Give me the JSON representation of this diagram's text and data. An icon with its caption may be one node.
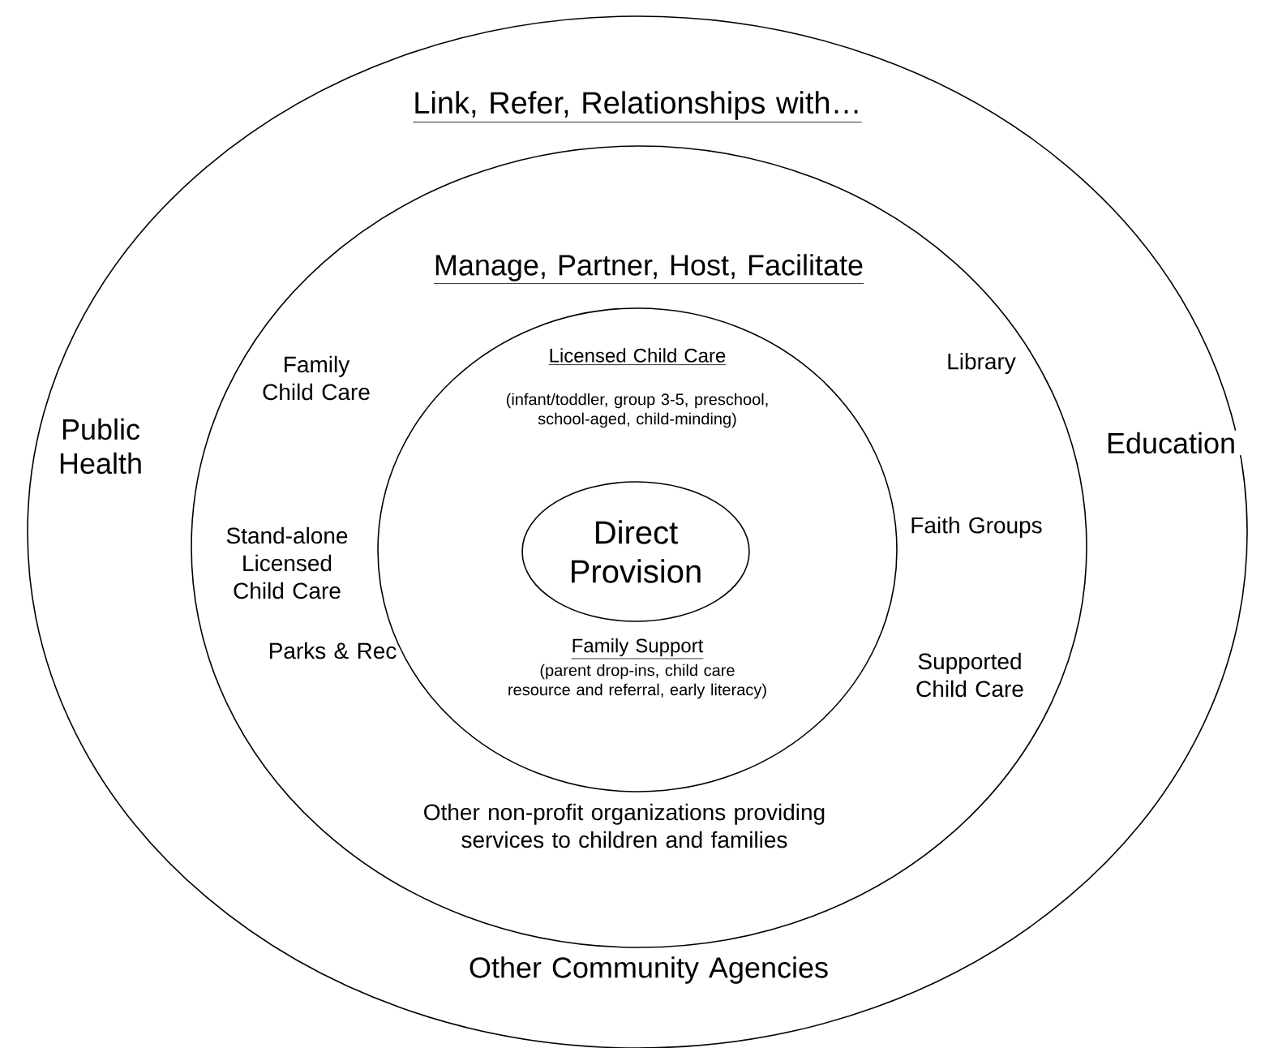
{
  "diagram": {
    "nodes": [
      {
        "text": [
          "Link, Refer, Relationships with…",
          "Public Health",
          "Education",
          "Other Community Agencies"
        ]
      },
      {
        "text": [
          "Manage, Partner, Host, Facilitate",
          "Family Child Care",
          "Library",
          "Stand-alone Licensed Child Care",
          "Faith Groups",
          "Parks & Rec",
          "Supported Child Care",
          "Other non-profit organizations providing services to children and families"
        ],
        "in": 0
      },
      {
        "text": [
          "Licensed Child Care",
          "(infant/toddler, group 3-5, preschool, school-aged, child-minding)",
          "Family Support",
          "(parent drop-ins, child care resource and referral, early literacy)"
        ],
        "in": 1
      },
      {
        "text": [
          "Direct Provision"
        ],
        "in": 2
      }
    ]
  }
}
